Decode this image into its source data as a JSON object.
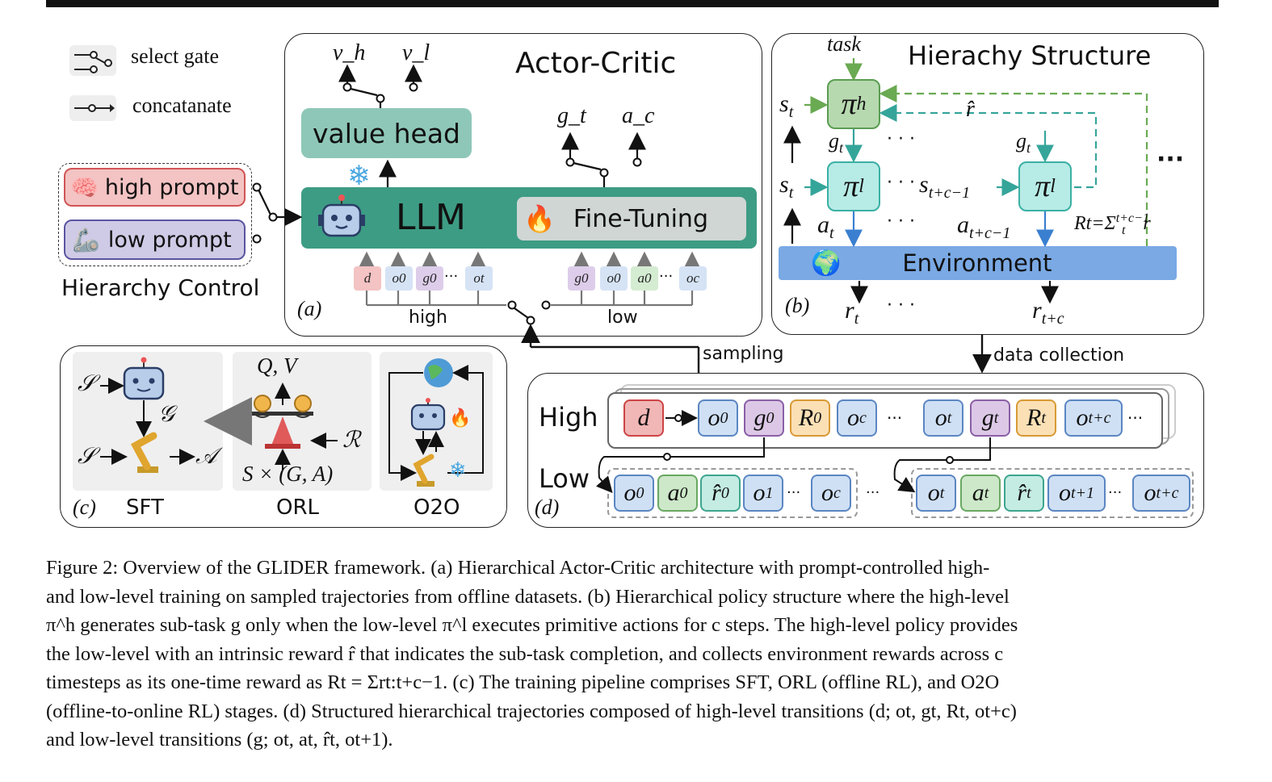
{
  "legend": {
    "select_gate": "select gate",
    "concatenate": "concatanate"
  },
  "hierarchy_control": {
    "title": "Hierarchy Control",
    "high_prompt": "high prompt",
    "low_prompt": "low prompt"
  },
  "panel_a": {
    "title": "Actor-Critic",
    "tag": "(a)",
    "value_head": "value head",
    "llm": "LLM",
    "fine_tuning": "Fine-Tuning",
    "outputs_top_left": [
      "v_h",
      "v_l"
    ],
    "outputs_top_right": [
      "g_t",
      "a_c"
    ],
    "high_tokens": [
      "d",
      "o0",
      "g0",
      "···",
      "ot"
    ],
    "low_tokens": [
      "g0",
      "o0",
      "a0",
      "···",
      "oc"
    ],
    "high_label": "high",
    "low_label": "low"
  },
  "panel_b": {
    "title": "Hierachy Structure",
    "tag": "(b)",
    "task": "task",
    "environment": "Environment",
    "rhat": "r̂",
    "reward_sum": "Rt=Σ"
  },
  "panel_c": {
    "tag": "(c)",
    "stages": [
      "SFT",
      "ORL",
      "O2O"
    ],
    "qv": "Q, V",
    "sxga": "S × (G, A)"
  },
  "panel_d": {
    "tag": "(d)",
    "high": "High",
    "low": "Low"
  },
  "arrows": {
    "sampling": "sampling",
    "data_collection": "data collection"
  },
  "caption": {
    "lines": [
      "Figure 2: Overview of the GLIDER framework. (a) Hierarchical Actor-Critic architecture with prompt-controlled high-",
      "and low-level training on sampled trajectories from offline datasets. (b) Hierarchical policy structure where the high-level",
      "π^h generates sub-task g only when the low-level π^l executes primitive actions for c steps. The high-level policy provides",
      "the low-level with an intrinsic reward r̂ that indicates the sub-task completion, and collects environment rewards across c",
      "timesteps as its one-time reward as Rt = Σrt:t+c−1. (c) The training pipeline comprises SFT, ORL (offline RL), and O2O",
      "(offline-to-online RL) stages. (d) Structured hierarchical trajectories composed of high-level transitions (d; ot, gt, Rt, ot+c)",
      "and low-level transitions (g; ot, at, r̂t, ot+1)."
    ]
  }
}
